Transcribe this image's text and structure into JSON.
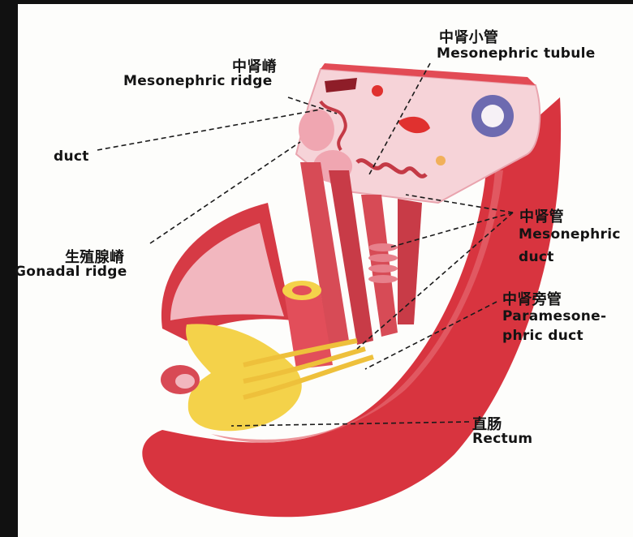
{
  "labels": {
    "mesonephric_ridge": {
      "zh": "中肾嵴",
      "en": "Mesonephric ridge"
    },
    "mesonephric_tubule": {
      "zh": "中肾小管",
      "en": "Mesonephric tubule"
    },
    "duct_partial": {
      "en": "duct"
    },
    "gonadal_ridge": {
      "zh": "生殖腺嵴",
      "en": "Gonadal ridge"
    },
    "mesonephric_duct": {
      "zh": "中肾管",
      "en_line1": "Mesonephric",
      "en_line2": "duct"
    },
    "paramesonephric_duct": {
      "zh": "中肾旁管",
      "en_line1": "Paramesone-",
      "en_line2": "phric duct"
    },
    "rectum": {
      "zh": "直肠",
      "en": "Rectum"
    }
  },
  "colors": {
    "body_wall": "#d8343f",
    "inner_tissue": "#f4c6cc",
    "mesentery_pink": "#f1a9b3",
    "yellow_structures": "#f4d24a",
    "aorta_lumen": "#6d6ab0",
    "label_text": "#141414"
  }
}
